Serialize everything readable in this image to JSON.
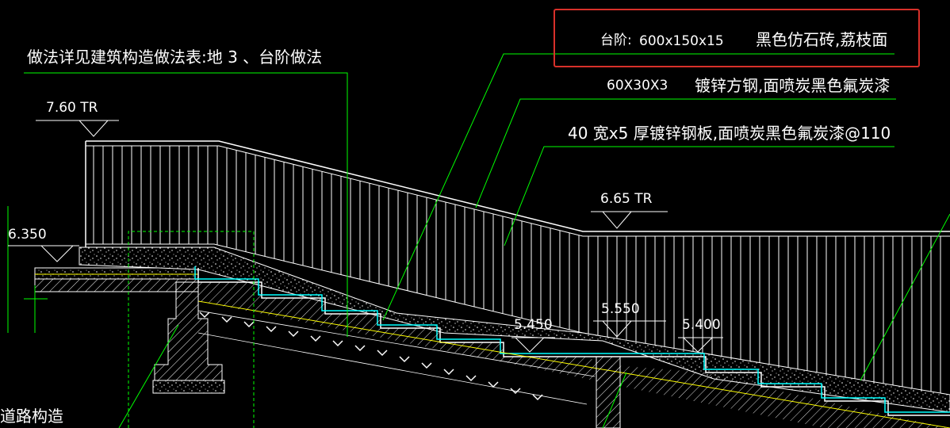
{
  "annotations": {
    "method_note": "做法详见建筑构造做法表:地 3 、台阶做法",
    "step_spec_label": "台阶:",
    "step_spec_size": "600x150x15",
    "step_spec_material": "黑色仿石砖,荔枝面",
    "railing_tube": "60X30X3",
    "railing_tube_finish": "镀锌方钢,面喷炭黑色氟炭漆",
    "railing_plate": "40 宽x5 厚镀锌钢板,面喷炭黑色氟炭漆@110",
    "road_note": "道路构造"
  },
  "elevations": {
    "top_rail_left": "7.60 TR",
    "top_rail_right": "6.65 TR",
    "platform_top": "6.350",
    "landing_a": "5.450",
    "landing_b": "5.550",
    "landing_c": "5.400"
  },
  "colors": {
    "background": "#000000",
    "leader": "#00ff00",
    "outline": "#ffffff",
    "finish_line": "#ffff00",
    "waterproof": "#00ffff",
    "highlight_box": "#d8302a"
  }
}
